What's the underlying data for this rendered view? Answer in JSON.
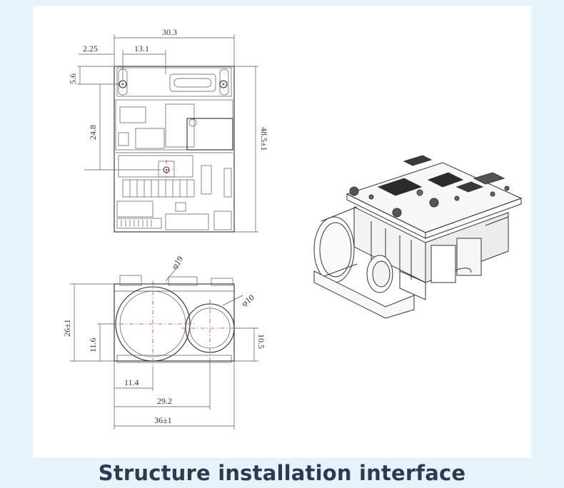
{
  "caption": "Structure installation interface",
  "top_view": {
    "dims": {
      "overall_width": "30.3",
      "hole_offset_x": "2.25",
      "inner_width": "13.1",
      "hole_offset_y": "5.6",
      "mid_height": "24.8",
      "overall_height": "48.5±1"
    }
  },
  "front_view": {
    "dims": {
      "large_lens_dia": "φ19",
      "small_lens_dia": "φ10",
      "overall_height": "26±1",
      "large_lens_center_y": "11.6",
      "small_lens_center_y": "10.5",
      "large_lens_center_x": "11.4",
      "small_lens_center_x": "29.2",
      "overall_width": "36±1"
    }
  },
  "colors": {
    "background": "#e7f3fb",
    "panel": "#ffffff",
    "caption_text": "#2c3a52",
    "centerline": "#d23a3a"
  }
}
